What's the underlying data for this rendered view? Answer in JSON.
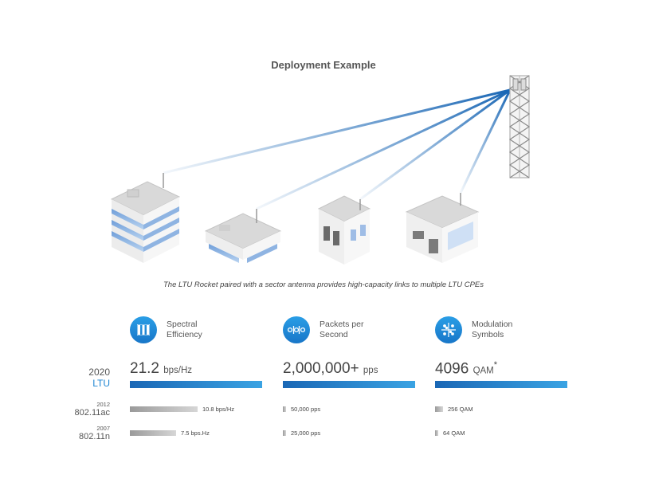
{
  "title": "Deployment Example",
  "caption": "The LTU Rocket paired with a sector antenna provides high-capacity links to multiple LTU CPEs",
  "colors": {
    "accent": "#1f86d3",
    "link": "#1a67b5",
    "grey": "#a0a0a0"
  },
  "rows": {
    "ltu": {
      "year": "2020",
      "label": "LTU"
    },
    "ac": {
      "year": "2012",
      "label": "802.11ac"
    },
    "n": {
      "year": "2007",
      "label": "802.11n"
    }
  },
  "features": [
    {
      "icon": "channel-bars-icon",
      "label_line1": "Spectral",
      "label_line2": "Efficiency",
      "ltu_value": "21.2",
      "ltu_unit": "bps/Hz",
      "ltu_fraction": 1.0,
      "ac_value": "10.8 bps/Hz",
      "ac_fraction": 0.51,
      "n_value": "7.5 bps.Hz",
      "n_fraction": 0.35
    },
    {
      "icon": "packets-icon",
      "label_line1": "Packets per",
      "label_line2": "Second",
      "ltu_value": "2,000,000+",
      "ltu_unit": "pps",
      "ltu_fraction": 1.0,
      "ac_value": "50,000 pps",
      "ac_fraction": 0.025,
      "n_value": "25,000 pps",
      "n_fraction": 0.0125
    },
    {
      "icon": "constellation-icon",
      "label_line1": "Modulation",
      "label_line2": "Symbols",
      "ltu_value": "4096",
      "ltu_unit": "QAM",
      "ltu_mark": "*",
      "ltu_fraction": 1.0,
      "ac_value": "256 QAM",
      "ac_fraction": 0.0625,
      "n_value": "64 QAM",
      "n_fraction": 0.016
    }
  ]
}
